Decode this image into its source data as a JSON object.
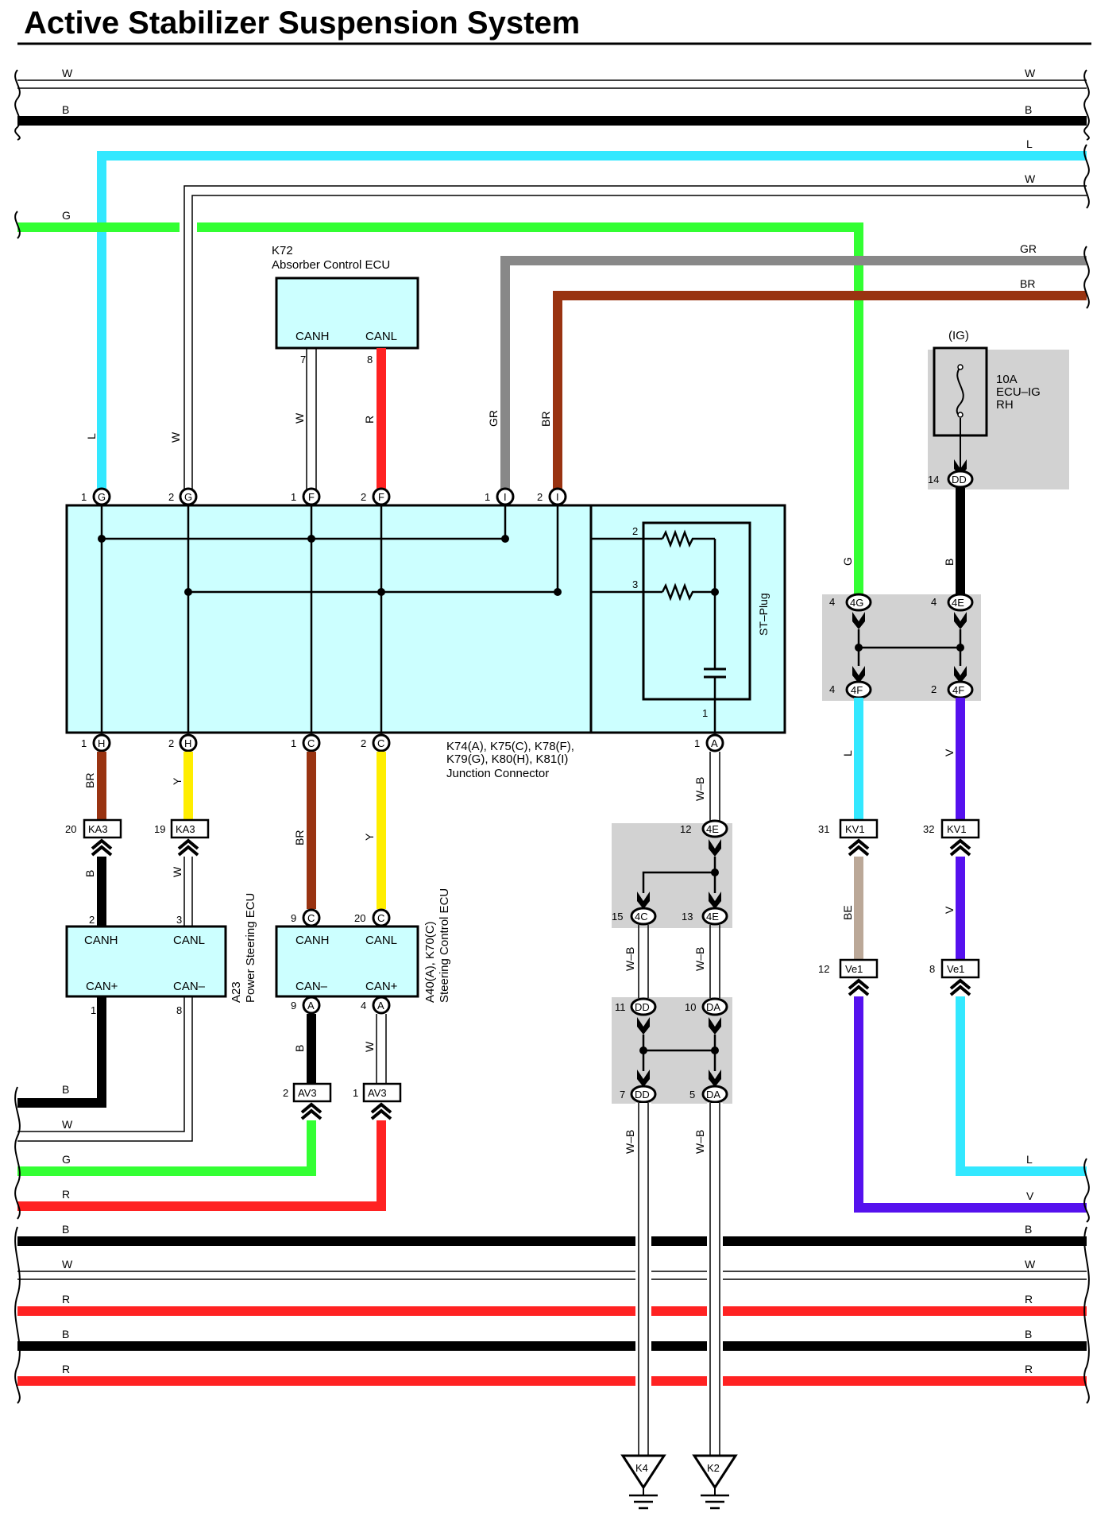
{
  "title": "Active Stabilizer Suspension System",
  "colors": {
    "W": "#ffffff",
    "B": "#000000",
    "L": "#33e8ff",
    "G": "#33ff33",
    "GR": "#888888",
    "BR": "#993311",
    "R": "#ff2222",
    "Y": "#ffee00",
    "V": "#5511ee",
    "BE": "#bba898",
    "ecu_fill": "#ccffff",
    "block_fill": "#d2d2d2"
  },
  "wire_labels": {
    "W": "W",
    "B": "B",
    "L": "L",
    "G": "G",
    "GR": "GR",
    "BR": "BR",
    "R": "R",
    "Y": "Y",
    "V": "V",
    "BE": "BE",
    "WB": "W–B"
  },
  "k72": {
    "code": "K72",
    "name": "Absorber Control ECU",
    "canh": "CANH",
    "canl": "CANL",
    "pin_canh": "7",
    "pin_canl": "8"
  },
  "junction": {
    "codes_line1": "K74(A), K75(C), K78(F),",
    "codes_line2": "K79(G), K80(H), K81(I)",
    "name": "Junction Connector",
    "st_plug": "ST–Plug",
    "top_pins": [
      {
        "num": "1",
        "code": "G"
      },
      {
        "num": "2",
        "code": "G"
      },
      {
        "num": "1",
        "code": "F"
      },
      {
        "num": "2",
        "code": "F"
      },
      {
        "num": "1",
        "code": "I"
      },
      {
        "num": "2",
        "code": "I"
      }
    ],
    "bottom_pins": [
      {
        "num": "1",
        "code": "H"
      },
      {
        "num": "2",
        "code": "H"
      },
      {
        "num": "1",
        "code": "C"
      },
      {
        "num": "2",
        "code": "C"
      },
      {
        "num": "1",
        "code": "A"
      }
    ],
    "plug_pins": [
      "2",
      "3",
      "1"
    ]
  },
  "fuse": {
    "group": "(IG)",
    "rating": "10A",
    "name1": "ECU–IG",
    "name2": "RH",
    "pin": "14",
    "code": "DD"
  },
  "block_4": {
    "pins": [
      {
        "num": "4",
        "code": "4G"
      },
      {
        "num": "4",
        "code": "4E"
      },
      {
        "num": "4",
        "code": "4F"
      },
      {
        "num": "2",
        "code": "4F"
      }
    ]
  },
  "block_mid": {
    "pins": [
      {
        "num": "12",
        "code": "4E"
      },
      {
        "num": "15",
        "code": "4C"
      },
      {
        "num": "13",
        "code": "4E"
      }
    ]
  },
  "block_low": {
    "pins": [
      {
        "num": "11",
        "code": "DD"
      },
      {
        "num": "10",
        "code": "DA"
      },
      {
        "num": "7",
        "code": "DD"
      },
      {
        "num": "5",
        "code": "DA"
      }
    ]
  },
  "connectors": {
    "ka3_20": {
      "num": "20",
      "code": "KA3"
    },
    "ka3_19": {
      "num": "19",
      "code": "KA3"
    },
    "kv1_31": {
      "num": "31",
      "code": "KV1"
    },
    "kv1_32": {
      "num": "32",
      "code": "KV1"
    },
    "ve1_12": {
      "num": "12",
      "code": "Ve1"
    },
    "ve1_8": {
      "num": "8",
      "code": "Ve1"
    },
    "av3_2": {
      "num": "2",
      "code": "AV3"
    },
    "av3_1": {
      "num": "1",
      "code": "AV3"
    }
  },
  "a23": {
    "code": "A23",
    "name": "Power Steering ECU",
    "canh": "CANH",
    "canl": "CANL",
    "canp": "CAN+",
    "canm": "CAN–",
    "pin_canh": "2",
    "pin_canl": "3",
    "pin_canp": "1",
    "pin_canm": "8"
  },
  "a40": {
    "code": "A40(A), K70(C)",
    "name": "Steering Control ECU",
    "canh": "CANH",
    "canl": "CANL",
    "canm": "CAN–",
    "canp": "CAN+",
    "top_pins": [
      {
        "num": "9",
        "code": "C"
      },
      {
        "num": "20",
        "code": "C"
      }
    ],
    "bottom_pins": [
      {
        "num": "9",
        "code": "A"
      },
      {
        "num": "4",
        "code": "A"
      }
    ]
  },
  "grounds": [
    "K4",
    "K2"
  ]
}
